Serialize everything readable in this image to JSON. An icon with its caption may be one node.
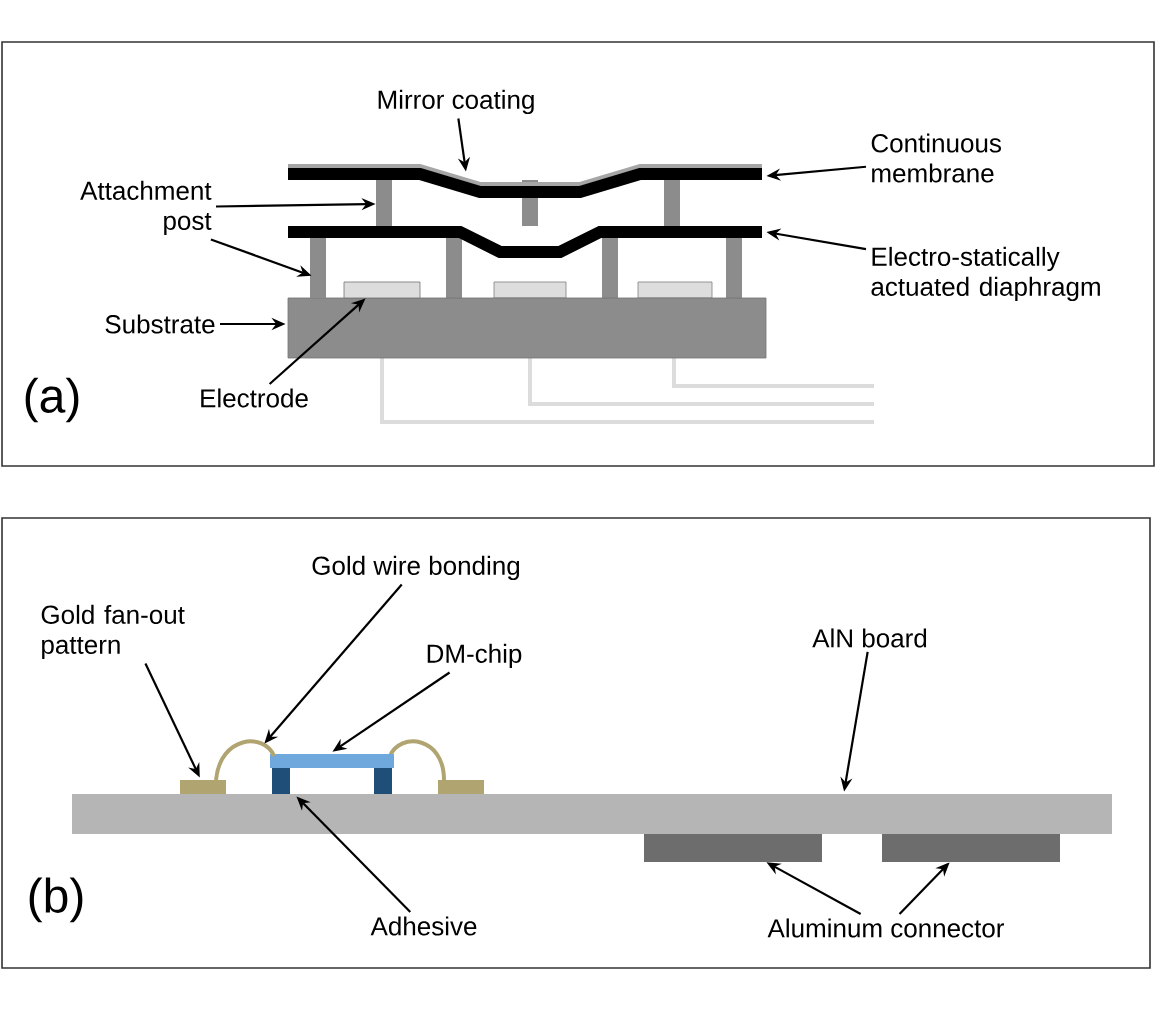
{
  "diagram": {
    "nodes": [
      {
        "text": [
          "(a)"
        ]
      },
      {
        "text": [
          "Mirror coating"
        ],
        "in": 0
      },
      {
        "text": [
          "Continuous membrane"
        ],
        "in": 0
      },
      {
        "text": [
          "Attachment post"
        ],
        "in": 0
      },
      {
        "text": [
          "Electro-statically actuated diaphragm"
        ],
        "in": 0
      },
      {
        "text": [
          "Substrate"
        ],
        "in": 0
      },
      {
        "text": [
          "Electrode"
        ],
        "in": 0
      },
      {
        "text": [],
        "shape": "bar",
        "in": 0
      },
      {
        "text": [],
        "shape": "bar",
        "in": 0
      },
      {
        "text": [],
        "shape": "bar",
        "in": 0
      },
      {
        "text": [],
        "shape": "bar",
        "in": 0
      },
      {
        "text": [],
        "shape": "bar",
        "in": 0
      },
      {
        "text": [],
        "shape": "box",
        "in": 0
      },
      {
        "text": [],
        "shape": "box",
        "in": 0
      },
      {
        "text": [
          "(b)"
        ]
      },
      {
        "text": [
          "Gold wire bonding"
        ],
        "in": 14
      },
      {
        "text": [
          "Gold fan-out pattern"
        ],
        "in": 14
      },
      {
        "text": [
          "DM-chip"
        ],
        "in": 14
      },
      {
        "text": [
          "AlN board"
        ],
        "in": 14
      },
      {
        "text": [
          "Adhesive"
        ],
        "in": 14
      },
      {
        "text": [
          "Aluminum connector"
        ],
        "in": 14
      },
      {
        "text": [],
        "shape": "arc",
        "in": 14
      },
      {
        "text": [],
        "shape": "bar",
        "in": 14
      },
      {
        "text": [],
        "shape": "bar",
        "in": 14
      },
      {
        "text": [],
        "shape": "bar",
        "in": 14
      },
      {
        "text": [],
        "shape": "bar",
        "in": 14
      },
      {
        "text": [],
        "shape": "bar",
        "in": 14
      },
      {
        "text": [],
        "shape": "bar",
        "in": 14
      }
    ],
    "edges": [
      {
        "from": 1,
        "to": 7,
        "arrow": "to"
      },
      {
        "from": 2,
        "to": 8,
        "arrow": "to"
      },
      {
        "from": 3,
        "to": 9,
        "arrow": "to"
      },
      {
        "from": 3,
        "to": 10,
        "arrow": "to"
      },
      {
        "from": 4,
        "to": 11,
        "arrow": "to"
      },
      {
        "from": 5,
        "to": 12,
        "arrow": "to"
      },
      {
        "from": 6,
        "to": 13,
        "arrow": "to"
      },
      {
        "from": 15,
        "to": 21,
        "arrow": "to"
      },
      {
        "from": 16,
        "to": 22,
        "arrow": "to"
      },
      {
        "from": 17,
        "to": 23,
        "arrow": "to"
      },
      {
        "from": 18,
        "to": 24,
        "arrow": "to"
      },
      {
        "from": 19,
        "to": 25,
        "arrow": "to"
      },
      {
        "from": 20,
        "to": 26,
        "arrow": "to"
      },
      {
        "from": 20,
        "to": 27,
        "arrow": "to"
      }
    ]
  }
}
